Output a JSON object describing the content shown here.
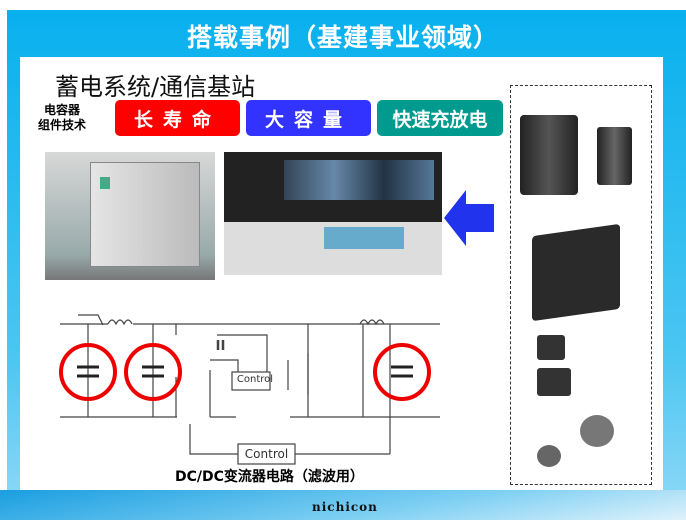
{
  "title": "搭载事例（基建事业领域）",
  "subtitle": "蓄电系统/通信基站",
  "tech_label": [
    "电容器",
    "组件技术"
  ],
  "features": [
    {
      "label": "长寿命",
      "color": "#ff0000"
    },
    {
      "label": "大容量",
      "color": "#3333ff"
    },
    {
      "label": "快速充放电",
      "color": "#009a8e"
    }
  ],
  "circuit": {
    "control_top": "Control",
    "control_bottom": "Control",
    "caption": "DC/DC变流器电路（滤波用）"
  },
  "logo": "nichicon"
}
